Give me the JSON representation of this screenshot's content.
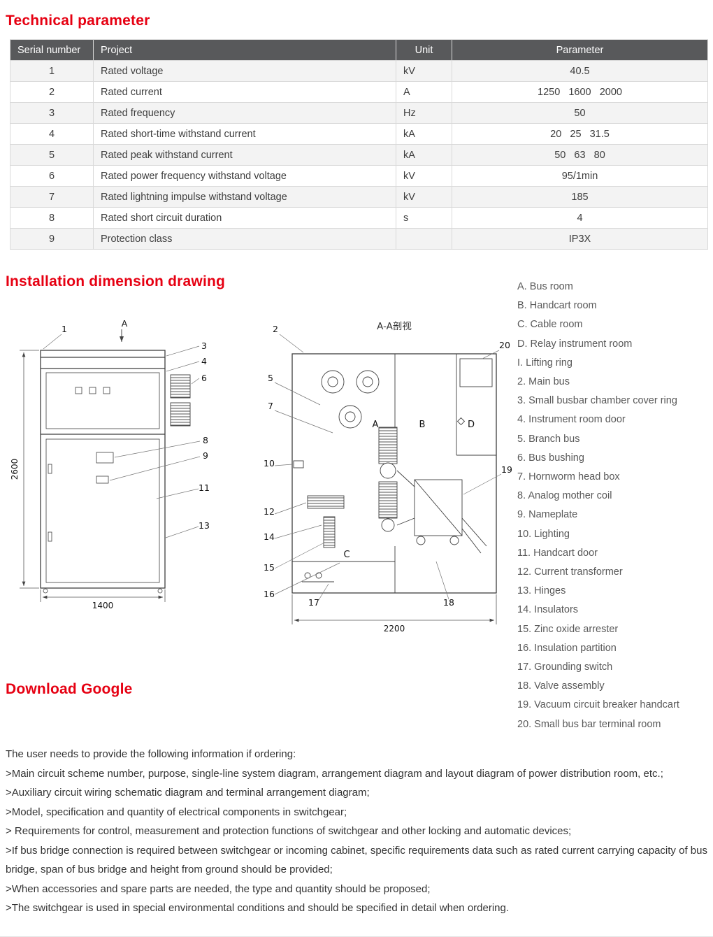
{
  "colors": {
    "accent": "#e60012",
    "table_header_bg": "#58595b",
    "table_alt_row": "#f3f3f3"
  },
  "sections": {
    "technical": "Technical parameter",
    "installation": "Installation dimension drawing",
    "download": "Download Google"
  },
  "table": {
    "headers": [
      "Serial number",
      "Project",
      "Unit",
      "Parameter"
    ],
    "rows": [
      {
        "serial": "1",
        "project": "Rated voltage",
        "unit": "kV",
        "parameter": "40.5"
      },
      {
        "serial": "2",
        "project": "Rated current",
        "unit": "A",
        "parameter": "1250   1600   2000"
      },
      {
        "serial": "3",
        "project": "Rated frequency",
        "unit": "Hz",
        "parameter": "50"
      },
      {
        "serial": "4",
        "project": "Rated short-time withstand current",
        "unit": "kA",
        "parameter": "20   25   31.5"
      },
      {
        "serial": "5",
        "project": "Rated peak withstand current",
        "unit": "kA",
        "parameter": "50   63   80"
      },
      {
        "serial": "6",
        "project": "Rated power frequency withstand voltage",
        "unit": "kV",
        "parameter": "95/1min"
      },
      {
        "serial": "7",
        "project": "Rated lightning impulse withstand voltage",
        "unit": "kV",
        "parameter": "185"
      },
      {
        "serial": "8",
        "project": "Rated short circuit duration",
        "unit": "s",
        "parameter": "4"
      },
      {
        "serial": "9",
        "project": "Protection class",
        "unit": "",
        "parameter": "IP3X"
      }
    ]
  },
  "drawing": {
    "front": {
      "cut_label": "A",
      "callouts": [
        "1",
        "3",
        "4",
        "6",
        "8",
        "9",
        "11",
        "13"
      ],
      "height_dim": "2600",
      "width_dim": "1400"
    },
    "section": {
      "title": "A-A剖视",
      "callouts": [
        "2",
        "5",
        "7",
        "10",
        "12",
        "14",
        "15",
        "16",
        "17",
        "18",
        "19",
        "20"
      ],
      "rooms": {
        "a": "A",
        "b": "B",
        "c": "C",
        "d": "D"
      },
      "width_dim": "2200"
    }
  },
  "legend": {
    "items": [
      "A. Bus room",
      "B. Handcart room",
      "C. Cable room",
      "D. Relay instrument room",
      "I. Lifting ring",
      "2. Main bus",
      "3. Small busbar chamber cover ring",
      "4. Instrument room door",
      "5. Branch bus",
      "6. Bus bushing",
      "7. Hornworm head box",
      "8. Analog mother coil",
      "9. Nameplate",
      "10. Lighting",
      "11. Handcart door",
      "12. Current transformer",
      "13. Hinges",
      "14. Insulators",
      "15. Zinc oxide arrester",
      "16. Insulation partition",
      "17. Grounding switch",
      "18. Valve assembly",
      "19. Vacuum circuit breaker handcart",
      "20. Small bus bar terminal room"
    ]
  },
  "ordering": {
    "intro": "The user needs to provide the following information if ordering:",
    "items": [
      ">Main circuit scheme number, purpose, single-line system diagram, arrangement diagram and layout diagram of power distribution room, etc.;",
      ">Auxiliary circuit wiring schematic diagram and terminal arrangement diagram;",
      ">Model, specification and quantity of electrical components in switchgear;",
      "> Requirements for control, measurement and protection functions of switchgear and other locking and automatic devices;",
      ">If bus bridge connection is required between switchgear or incoming cabinet, specific requirements data such as rated current carrying capacity of bus bridge, span of bus bridge and height from ground should be provided;",
      ">When accessories and spare parts are needed, the type and quantity should be proposed;",
      ">The switchgear is used in special environmental conditions and should be specified in detail when ordering."
    ]
  }
}
